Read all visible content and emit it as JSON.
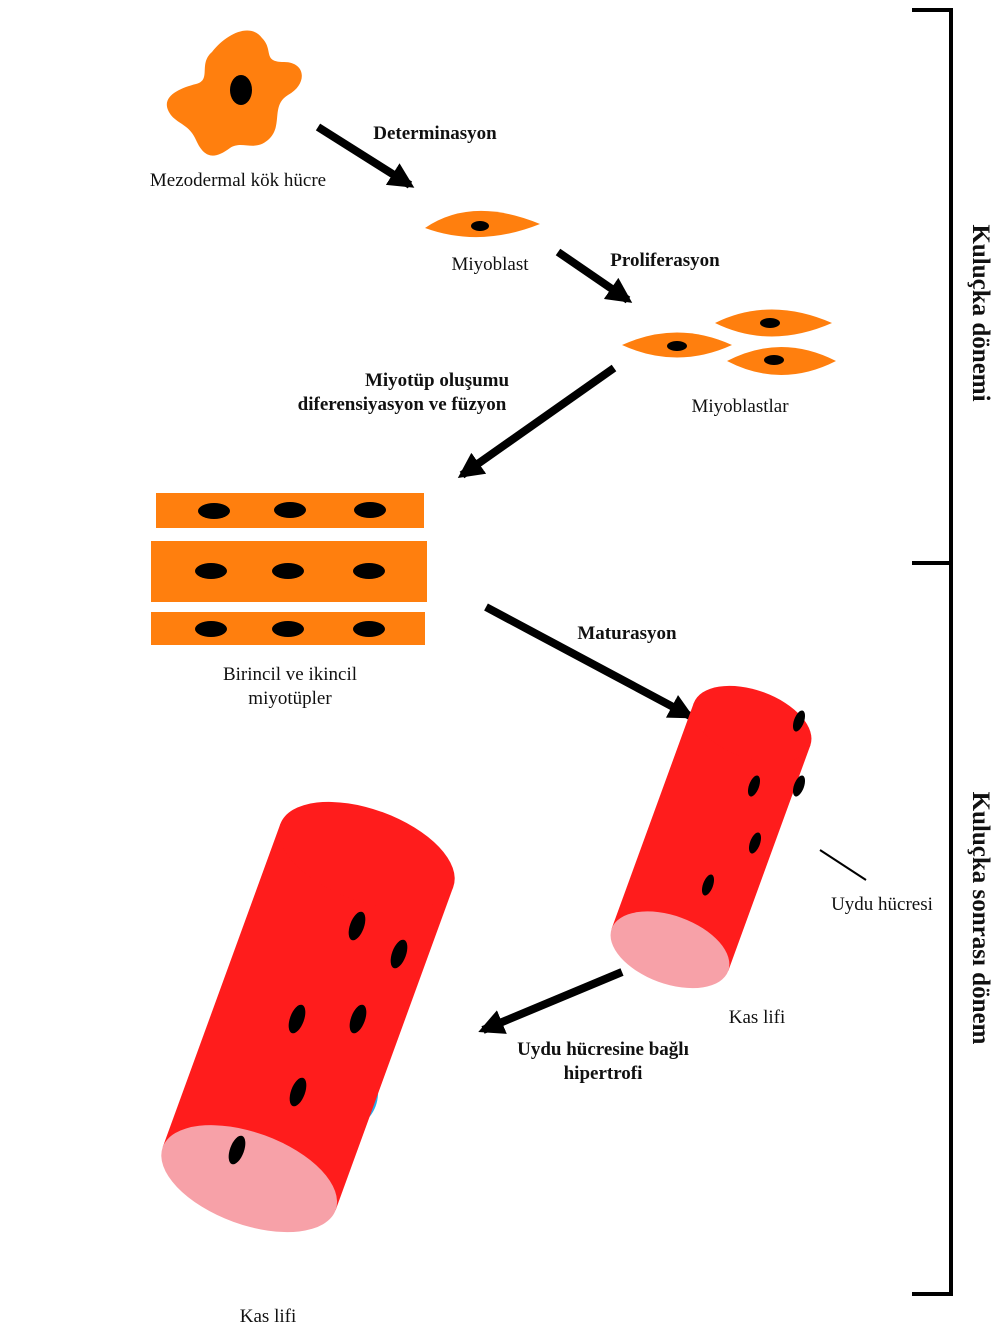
{
  "phases": {
    "incubation": "Kuluçka dönemi",
    "post_hatch": "Kuluçka sonrası dönem"
  },
  "cells": {
    "stem_cell": "Mezodermal kök hücre",
    "myoblast": "Miyoblast",
    "myoblasts": "Miyoblastlar",
    "myotubes_line1": "Birincil ve ikincil",
    "myotubes_line2": "miyotüpler",
    "satellite_cell": "Uydu hücresi",
    "muscle_fiber": "Kas lifi",
    "muscle_fiber_large": "Kas lifi"
  },
  "steps": {
    "determination": "Determinasyon",
    "proliferation": "Proliferasyon",
    "myotube_line1": "Miyotüp oluşumu",
    "myotube_line2": "diferensiyasyon ve füzyon",
    "maturation": "Maturasyon",
    "hypertrophy_line1": "Uydu hücresine bağlı",
    "hypertrophy_line2": "hipertrofi"
  },
  "colors": {
    "cell_orange": "#ff7f0e",
    "fiber_red": "#ff1c1c",
    "fiber_end": "#f7a1a8",
    "satellite_blue": "#29a9e8",
    "nucleus": "#000000"
  }
}
